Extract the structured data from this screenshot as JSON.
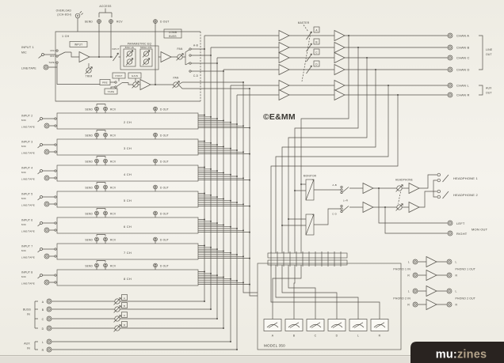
{
  "copyright": "©E&MM",
  "logo": {
    "mu": "mu",
    "colon": ":",
    "zines": "zines"
  },
  "colors": {
    "badge_bg": "#292320",
    "zines_tan": "#b4a38a",
    "ink": "#55524b",
    "paper": "#f3f1ea"
  },
  "channel1": {
    "access": "ACCESS",
    "overload_line1": "OVERLOAD",
    "overload_line2": "(1CH-8CH)",
    "send": "SEND",
    "rcv": "RCV",
    "d_out": "D OUT",
    "box_label": "1 CH",
    "input": "INPUT 1",
    "mic": "MIC",
    "line_tape": "LINE/TAPE",
    "sw_mic": "MIC",
    "sw_off": "OFF",
    "sw_tape": "TAPE",
    "input_select": "INPUT",
    "trim": "TRIM",
    "eq_input": "INPUT",
    "eq_title": "PARAMETRIC EQ",
    "eq_low": "50Hz-2k",
    "eq_high": "500Hz-15k",
    "comb_line1": "COMB",
    "comb_line2": "BUSS",
    "pan_main": "PAN",
    "pan_send": "PAN",
    "route_ab": "A-B",
    "route_cd": "C-D",
    "post": "POST",
    "gain": "GAIN",
    "pre": "PRE",
    "tape": "TAPE"
  },
  "channel_common": {
    "send": "SEND",
    "rcv": "RCV",
    "d_out": "D OUT",
    "mic": "MIC",
    "line_tape": "LINE/TAPE"
  },
  "channels": [
    {
      "input": "INPUT 2",
      "box_label": "2 CH"
    },
    {
      "input": "INPUT 3",
      "box_label": "3 CH"
    },
    {
      "input": "INPUT 4",
      "box_label": "4 CH"
    },
    {
      "input": "INPUT 5",
      "box_label": "5 CH"
    },
    {
      "input": "INPUT 6",
      "box_label": "6 CH"
    },
    {
      "input": "INPUT 7",
      "box_label": "7 CH"
    },
    {
      "input": "INPUT 8",
      "box_label": "8 CH"
    }
  ],
  "master": {
    "label": "MASTER",
    "fader_a": "A",
    "fader_b": "B",
    "fader_c": "C",
    "fader_d": "D",
    "chan_a": "CHAN A",
    "chan_b": "CHAN B",
    "chan_c": "CHAN C",
    "chan_d": "CHAN D",
    "chan_l": "CHAN L",
    "chan_r": "CHAN R",
    "line_out_1": "LINE",
    "line_out_2": "OUT",
    "aux_out_1": "AUX",
    "aux_out_2": "OUT"
  },
  "buss_in": {
    "label_1": "BUSS",
    "label_2": "IN",
    "rows": [
      {
        "jack": "A",
        "pot": "A"
      },
      {
        "jack": "B",
        "pot": "B"
      },
      {
        "jack": "C",
        "pot": "C"
      },
      {
        "jack": "D",
        "pot": "D"
      }
    ]
  },
  "aux_in": {
    "label_1": "AUX",
    "label_2": "IN",
    "left": "L",
    "right": "R"
  },
  "monitor": {
    "label": "MONITOR",
    "switch_ab": "A-B",
    "switch_lr": "L+R",
    "switch_cd": "C-D",
    "headphone": "HEADPHONE",
    "headphone_1": "HEADPHONE 1",
    "headphone_2": "HEADPHONE 2",
    "left": "LEFT",
    "right": "RIGHT",
    "mon_out": "MON OUT"
  },
  "phono": {
    "in_1": "PHONO 1 IN",
    "out_1": "PHONO 1 OUT",
    "in_2": "PHONO 2 IN",
    "out_2": "PHONO 2 OUT",
    "l": "L",
    "r": "R"
  },
  "meters": {
    "model": "MODEL 350",
    "labels": [
      "A",
      "B",
      "C",
      "D",
      "L",
      "R"
    ]
  }
}
